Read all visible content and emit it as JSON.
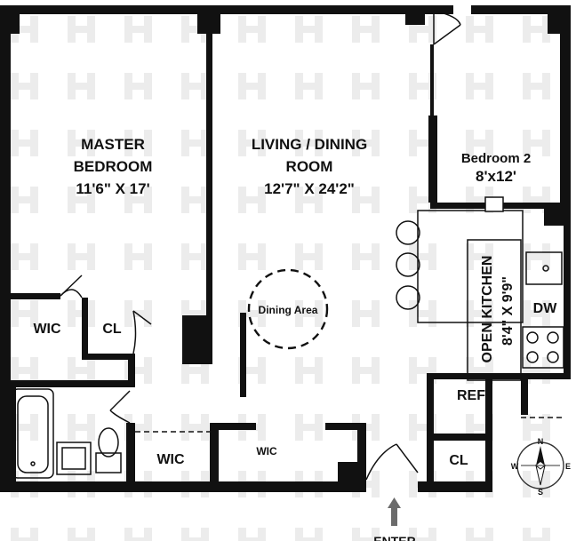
{
  "rooms": {
    "master_bedroom": {
      "name_line1": "MASTER",
      "name_line2": "BEDROOM",
      "size": "11'6\" X 17'"
    },
    "living_dining": {
      "name_line1": "LIVING / DINING",
      "name_line2": "ROOM",
      "size": "12'7\" X 24'2\""
    },
    "bedroom2": {
      "name": "Bedroom 2",
      "size": "8'x12'"
    },
    "open_kitchen": {
      "name": "OPEN KITCHEN",
      "size": "8'4\" X 9'9\""
    },
    "dining_area": "Dining Area",
    "dw": "DW",
    "ref": "REF",
    "wic_left": "WIC",
    "cl_left": "CL",
    "wic_bottom_left": "WIC",
    "wic_bottom_center": "WIC",
    "cl_bottom_right": "CL"
  },
  "entry": {
    "label": "ENTER"
  },
  "compass": {
    "n": "N",
    "e": "E",
    "s": "S",
    "w": "W"
  },
  "colors": {
    "wall": "#111111",
    "watermark": "#d9d9d9",
    "arrow": "#6b6b6b"
  }
}
